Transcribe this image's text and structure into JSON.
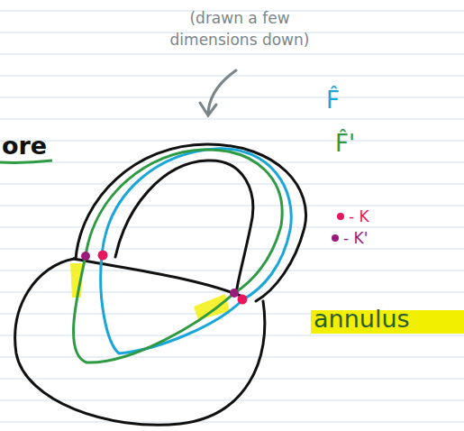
{
  "diagram": {
    "labels": [
      "(drawn a few dimensions down)",
      "ore",
      "F̂",
      "F̂'",
      "annulus"
    ],
    "legend": [
      {
        "text": "- K",
        "color": "#e8175d"
      },
      {
        "text": "- K'",
        "color": "#9b1b7d"
      }
    ]
  }
}
